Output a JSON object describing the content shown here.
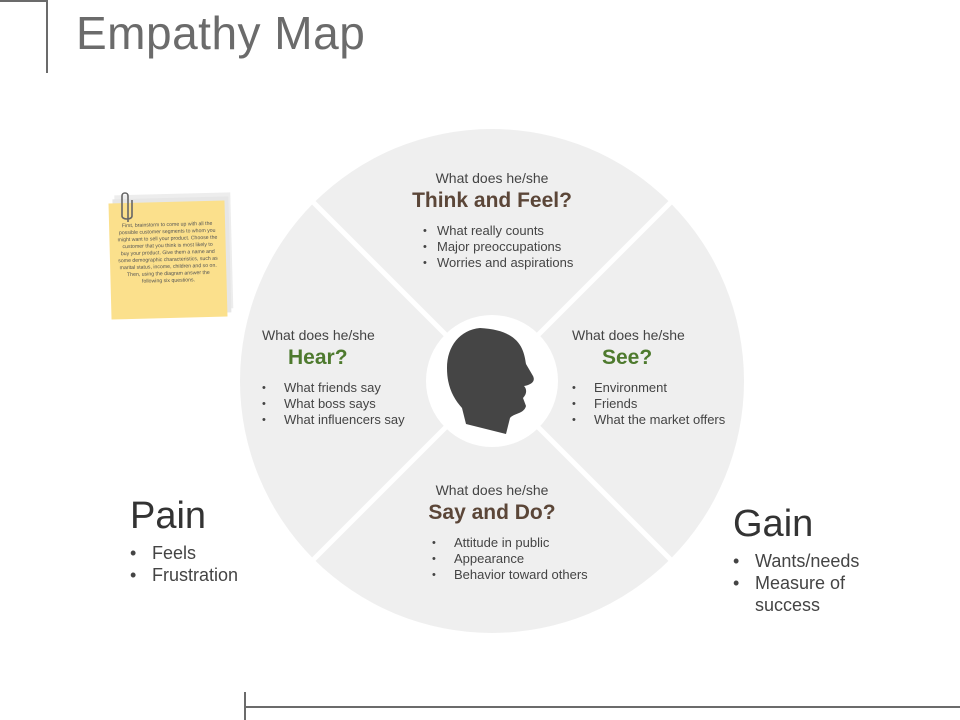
{
  "title": "Empathy Map",
  "sticky_note": {
    "text": "First, brainstorm to come up with all the possible customer segments to whom you might want to sell your product. Choose the customer that you think is most likely to buy your product. Give them a name and some demographic characteristics, such as marital status, income, children and so on. Then, using the diagram answer the following six questions."
  },
  "quadrants": {
    "think": {
      "question": "What does he/she",
      "heading": "Think and Feel?",
      "items": [
        "What really counts",
        "Major preoccupations",
        "Worries and aspirations"
      ]
    },
    "hear": {
      "question": "What does he/she",
      "heading": "Hear?",
      "items": [
        "What friends say",
        "What boss says",
        "What influencers say"
      ]
    },
    "see": {
      "question": "What does he/she",
      "heading": "See?",
      "items": [
        "Environment",
        "Friends",
        "What the market offers"
      ]
    },
    "say": {
      "question": "What does he/she",
      "heading": "Say and Do?",
      "items": [
        "Attitude in public",
        "Appearance",
        "Behavior toward others"
      ]
    }
  },
  "pain": {
    "title": "Pain",
    "items": [
      "Feels",
      "Frustration"
    ]
  },
  "gain": {
    "title": "Gain",
    "items": [
      "Wants/needs",
      "Measure of success"
    ]
  },
  "colors": {
    "wheel_fill": "#efefef",
    "divider": "#ffffff",
    "brown_heading": "#5b4638",
    "green_heading": "#4e7a2e",
    "head_silhouette": "#454545",
    "sticky_note": "#fbe08c"
  },
  "icons": {
    "head": "human-head-profile-icon",
    "clip": "paperclip-icon"
  }
}
